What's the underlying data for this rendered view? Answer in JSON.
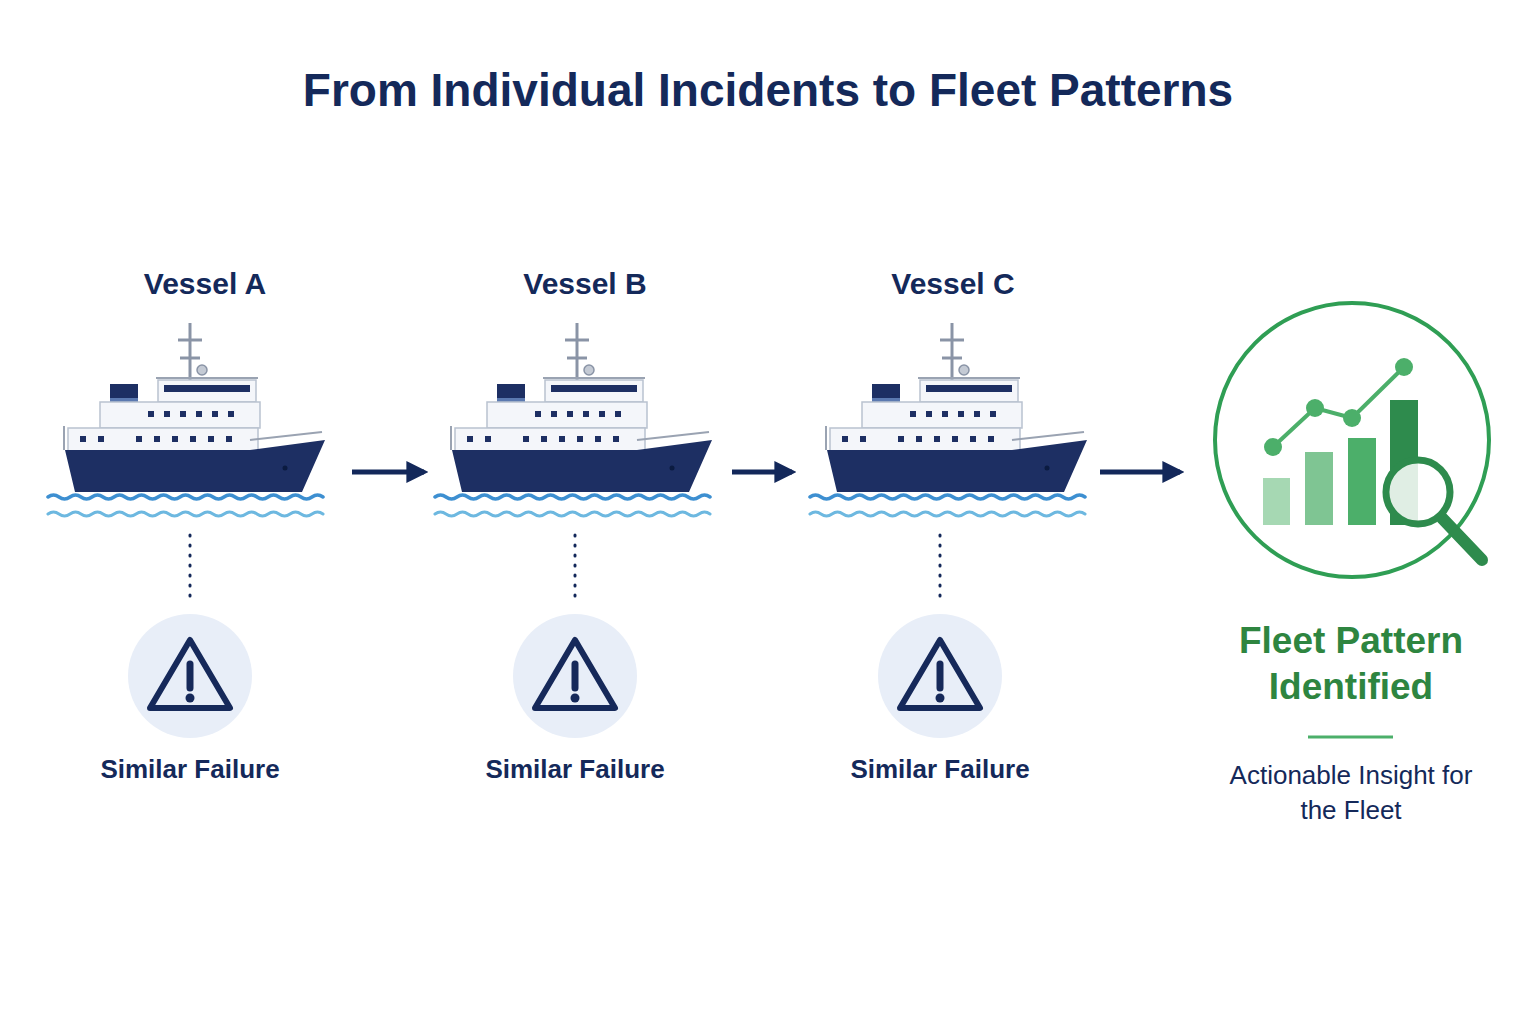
{
  "diagram": {
    "title": "From Individual Incidents to Fleet Patterns",
    "nodes": [
      {
        "text": [
          "Vessel A"
        ]
      },
      {
        "text": [
          "Vessel B"
        ]
      },
      {
        "text": [
          "Vessel C"
        ]
      },
      {
        "text": [
          "Fleet Pattern Identified",
          "Actionable Insight for the Fleet"
        ]
      },
      {
        "text": [
          "Similar Failure"
        ]
      },
      {
        "text": [
          "Similar Failure"
        ]
      },
      {
        "text": [
          "Similar Failure"
        ]
      }
    ],
    "edges": [
      {
        "from": 0,
        "to": 1,
        "arrow": "to"
      },
      {
        "from": 1,
        "to": 2,
        "arrow": "to"
      },
      {
        "from": 2,
        "to": 3,
        "arrow": "to"
      },
      {
        "from": 0,
        "to": 4,
        "arrow": "none"
      },
      {
        "from": 1,
        "to": 5,
        "arrow": "none"
      },
      {
        "from": 2,
        "to": 6,
        "arrow": "none"
      }
    ]
  }
}
